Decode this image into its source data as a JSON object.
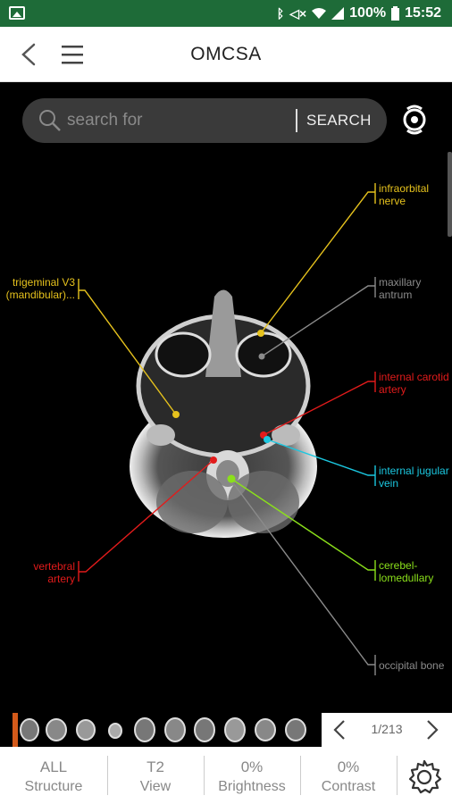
{
  "status_bar": {
    "battery": "100%",
    "time": "15:52",
    "icons": [
      "gallery-icon",
      "bluetooth-icon",
      "mute-icon",
      "wifi-icon",
      "signal-icon",
      "battery-icon"
    ]
  },
  "app_bar": {
    "title": "OMCSA",
    "back_icon": "chevron-left-icon",
    "menu_icon": "hamburger-menu-icon"
  },
  "search": {
    "placeholder": "search for",
    "button_label": "SEARCH",
    "orientation_icon": "orientation-target-icon"
  },
  "annotations": {
    "infraorbital_nerve": {
      "line1": "infraorbital",
      "line2": "nerve",
      "color": "#e6c21d"
    },
    "trigeminal": {
      "line1": "trigeminal V3",
      "line2": "(mandibular)...",
      "color": "#e6c21d"
    },
    "maxillary_antrum": {
      "line1": "maxillary",
      "line2": "antrum",
      "color": "#8b8b8b"
    },
    "internal_carotid": {
      "line1": "internal carotid",
      "line2": "artery",
      "color": "#e21b1b"
    },
    "internal_jugular": {
      "line1": "internal jugular",
      "line2": "vein",
      "color": "#1bc7e0"
    },
    "vertebral_artery": {
      "line1": "vertebral",
      "line2": "artery",
      "color": "#e21b1b"
    },
    "cerebellomedullary": {
      "line1": "cerebel-",
      "line2": "lomedullary",
      "color": "#8be01b"
    },
    "occipital_bone": {
      "line1": "occipital bone",
      "color": "#8b8b8b"
    }
  },
  "pager": {
    "text": "1/213",
    "prev_icon": "chevron-left-icon",
    "next_icon": "chevron-right-icon"
  },
  "controls": {
    "structure": {
      "value": "ALL",
      "label": "Structure"
    },
    "view": {
      "value": "T2",
      "label": "View"
    },
    "brightness": {
      "value": "0%",
      "label": "Brightness"
    },
    "contrast": {
      "value": "0%",
      "label": "Contrast"
    },
    "settings_icon": "gear-icon"
  },
  "colors": {
    "status_bar": "#1e6b38",
    "thumb_indicator": "#d45a1a"
  }
}
